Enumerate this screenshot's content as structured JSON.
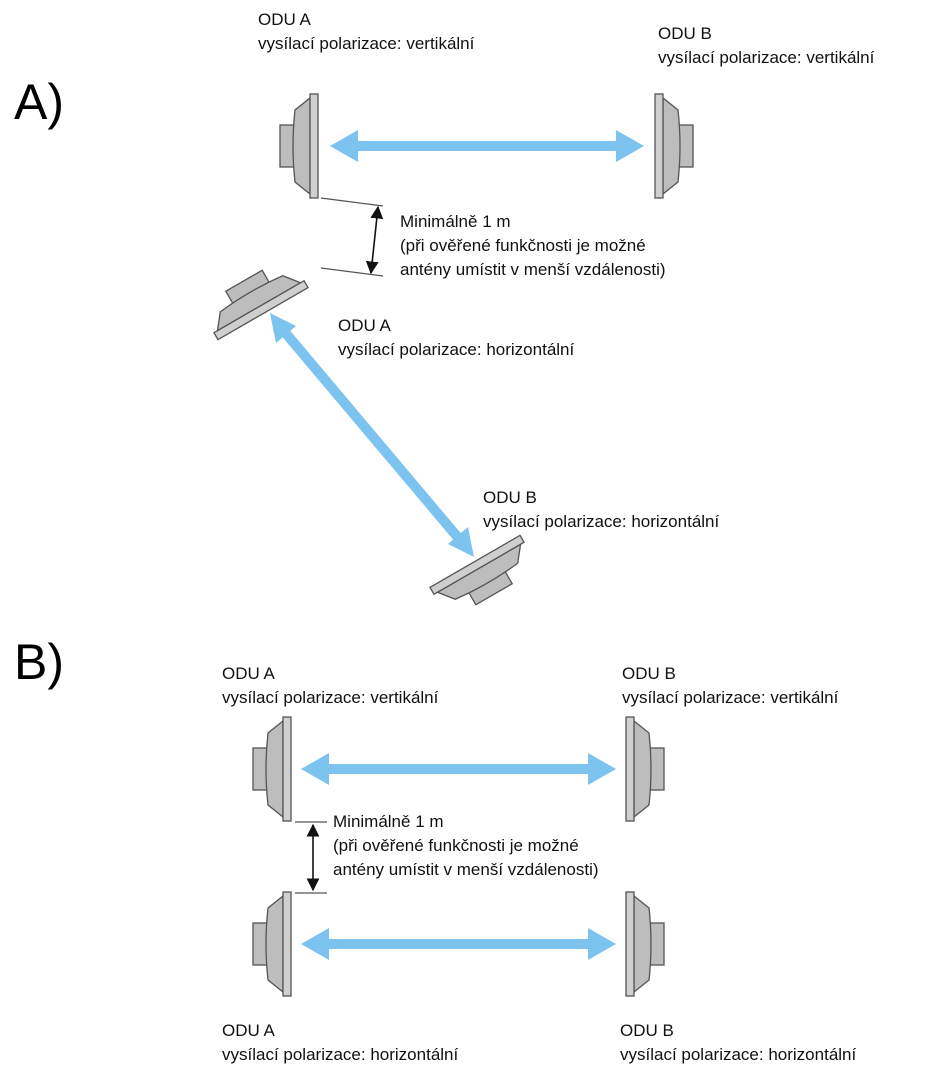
{
  "panels": {
    "a": {
      "letter": "A)",
      "top_left": {
        "name": "ODU A",
        "polarization": "vysílací polarizace: vertikální"
      },
      "top_right": {
        "name": "ODU B",
        "polarization": "vysílací polarizace: vertikální"
      },
      "spacing": {
        "line1": "Minimálně 1 m",
        "line2": "(při ověřené funkčnosti je možné",
        "line3": "antény umístit v menší vzdálenosti)"
      },
      "mid_left": {
        "name": "ODU A",
        "polarization": "vysílací polarizace: horizontální"
      },
      "bottom_right": {
        "name": "ODU B",
        "polarization": "vysílací polarizace: horizontální"
      }
    },
    "b": {
      "letter": "B)",
      "top_left": {
        "name": "ODU A",
        "polarization": "vysílací polarizace: vertikální"
      },
      "top_right": {
        "name": "ODU B",
        "polarization": "vysílací polarizace: vertikální"
      },
      "spacing": {
        "line1": "Minimálně 1 m",
        "line2": "(při ověřené funkčnosti je možné",
        "line3": "antény umístit v menší vzdálenosti)"
      },
      "bottom_left": {
        "name": "ODU A",
        "polarization": "vysílací polarizace: horizontální"
      },
      "bottom_right": {
        "name": "ODU B",
        "polarization": "vysílací polarizace: horizontální"
      }
    }
  },
  "colors": {
    "link_arrow": "#7cc3ef",
    "antenna_fill": "#bdbdbd",
    "antenna_stroke": "#555555",
    "text": "#111111"
  }
}
